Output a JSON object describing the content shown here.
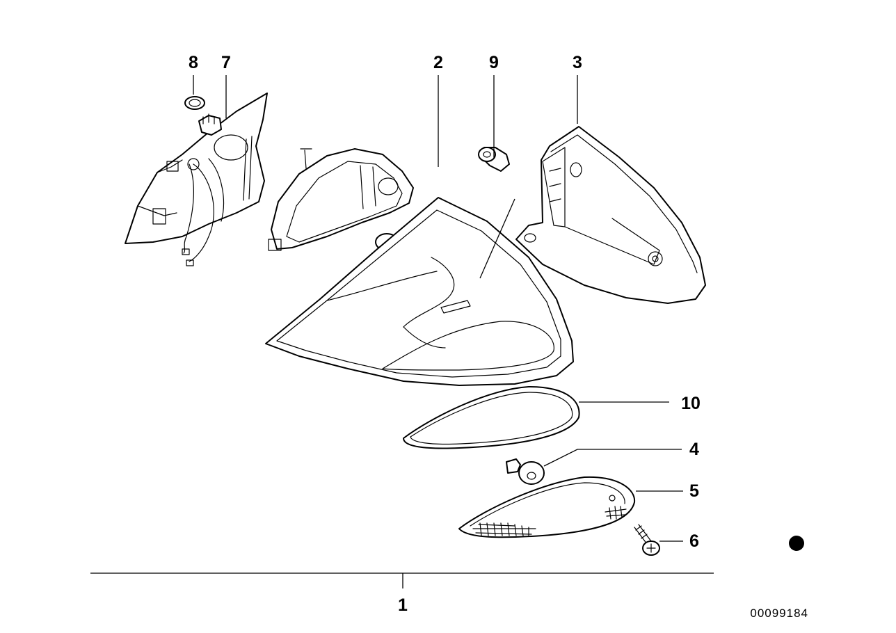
{
  "callouts": {
    "c1": "1",
    "c2": "2",
    "c3": "3",
    "c4": "4",
    "c5": "5",
    "c6": "6",
    "c7": "7",
    "c8": "8",
    "c9": "9",
    "c10": "10"
  },
  "diagram_code": "00099184",
  "colors": {
    "line": "#000000",
    "background": "#ffffff"
  }
}
